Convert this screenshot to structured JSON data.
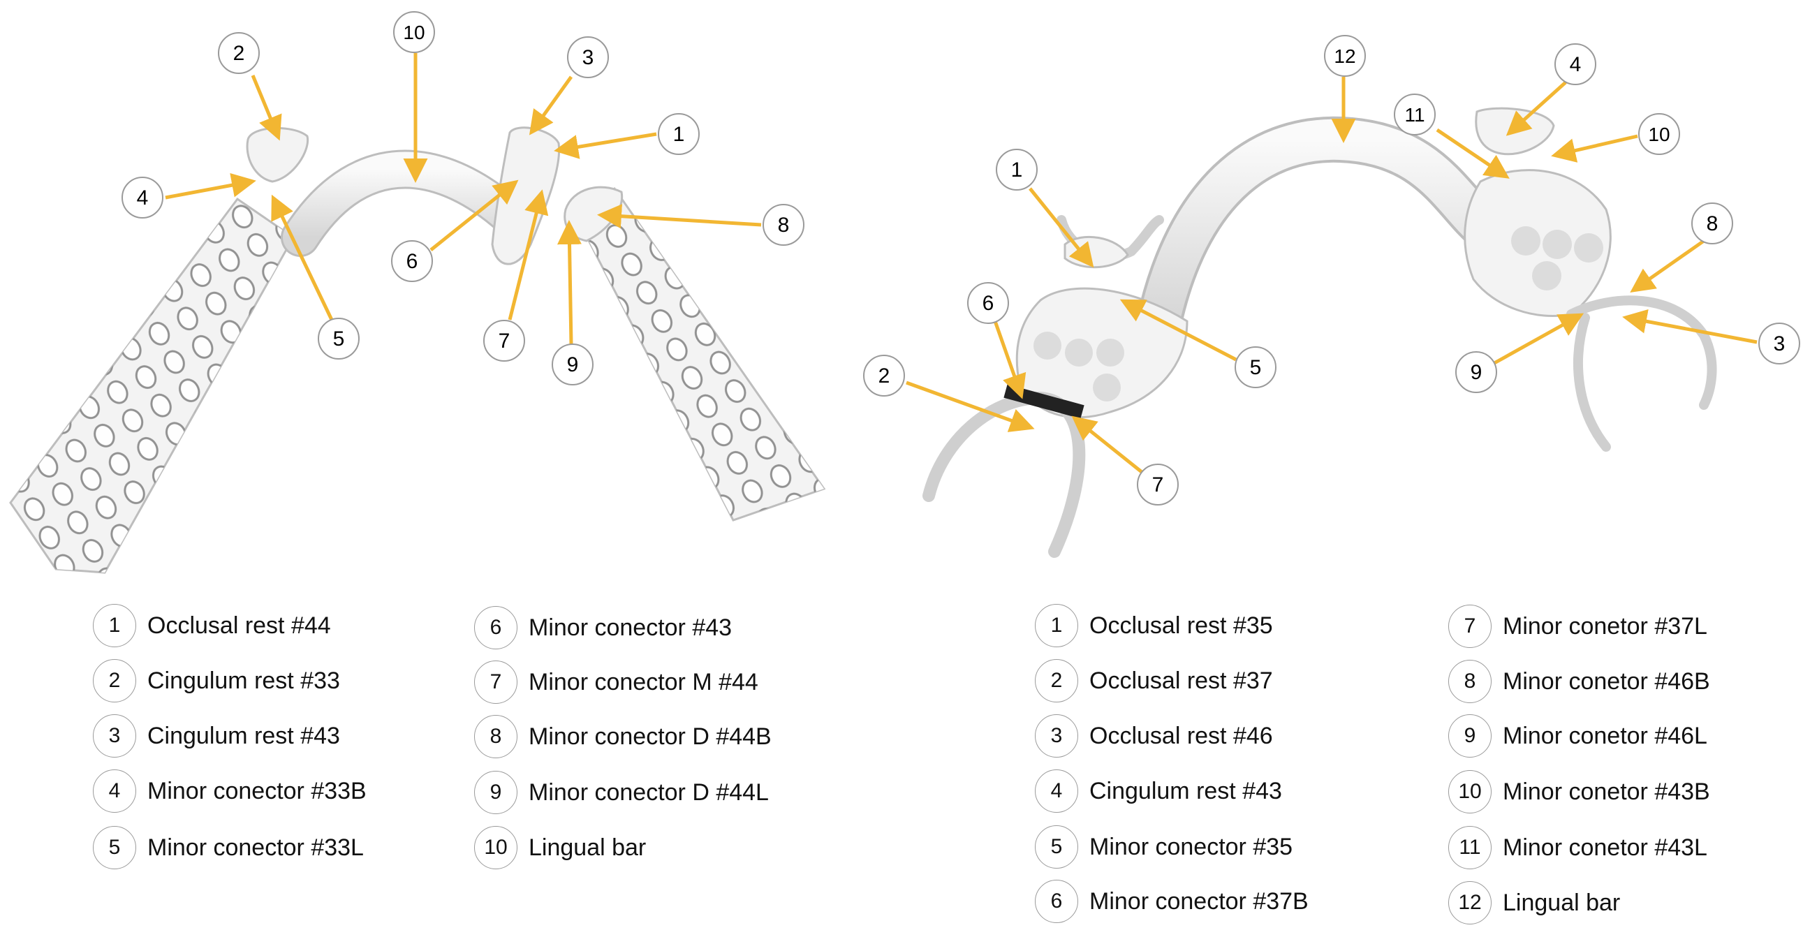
{
  "colors": {
    "arrow": "#f2b632",
    "metal": "#f3f3f3",
    "metal_edge": "#bdbdbd",
    "callout_border": "#9a9a9a"
  },
  "panels": [
    {
      "id": "left",
      "callouts": [
        "1",
        "2",
        "3",
        "4",
        "5",
        "6",
        "7",
        "8",
        "9",
        "10"
      ],
      "legend": [
        {
          "num": "1",
          "text": "Occlusal rest #44"
        },
        {
          "num": "2",
          "text": "Cingulum rest #33"
        },
        {
          "num": "3",
          "text": "Cingulum rest #43"
        },
        {
          "num": "4",
          "text": "Minor conector #33B"
        },
        {
          "num": "5",
          "text": "Minor conector #33L"
        },
        {
          "num": "6",
          "text": "Minor conector #43"
        },
        {
          "num": "7",
          "text": "Minor conector M #44"
        },
        {
          "num": "8",
          "text": "Minor conector D #44B"
        },
        {
          "num": "9",
          "text": "Minor conector D #44L"
        },
        {
          "num": "10",
          "text": "Lingual  bar"
        }
      ]
    },
    {
      "id": "right",
      "callouts": [
        "1",
        "2",
        "3",
        "4",
        "5",
        "6",
        "7",
        "8",
        "9",
        "10",
        "11",
        "12"
      ],
      "legend": [
        {
          "num": "1",
          "text": "Occlusal rest #35"
        },
        {
          "num": "2",
          "text": "Occlusal rest #37"
        },
        {
          "num": "3",
          "text": "Occlusal rest #46"
        },
        {
          "num": "4",
          "text": "Cingulum rest #43"
        },
        {
          "num": "5",
          "text": "Minor conector #35"
        },
        {
          "num": "6",
          "text": "Minor conector #37B"
        },
        {
          "num": "7",
          "text": "Minor conetor #37L"
        },
        {
          "num": "8",
          "text": "Minor conetor #46B"
        },
        {
          "num": "9",
          "text": "Minor conetor #46L"
        },
        {
          "num": "10",
          "text": "Minor conetor #43B"
        },
        {
          "num": "11",
          "text": "Minor conetor #43L"
        },
        {
          "num": "12",
          "text": "Lingual bar"
        }
      ]
    }
  ]
}
